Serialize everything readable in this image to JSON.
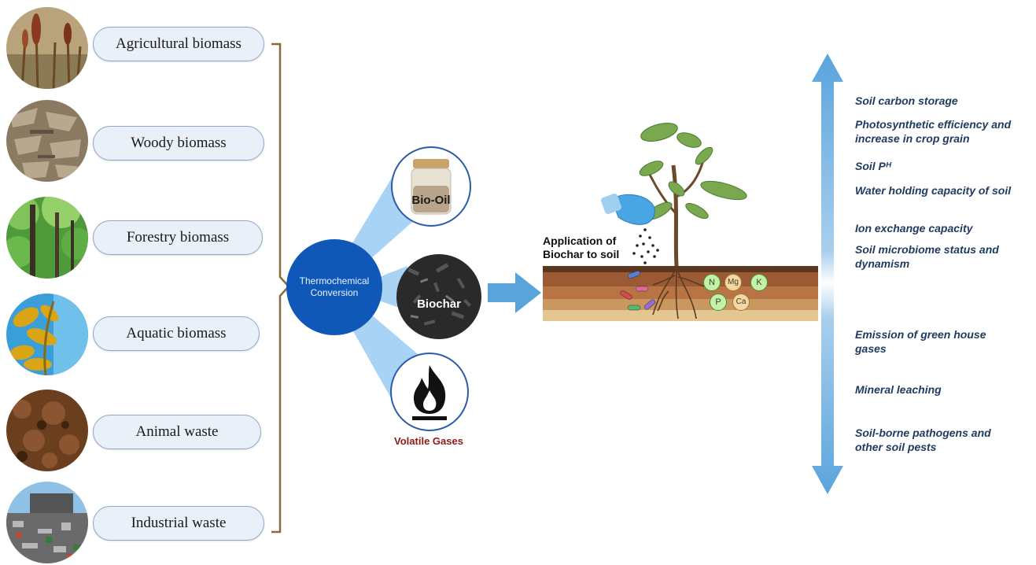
{
  "biomass_sources": [
    {
      "label": "Agricultural biomass"
    },
    {
      "label": "Woody biomass"
    },
    {
      "label": "Forestry biomass"
    },
    {
      "label": "Aquatic biomass"
    },
    {
      "label": "Animal waste"
    },
    {
      "label": "Industrial waste"
    }
  ],
  "conversion": {
    "label": "Thermochemical Conversion"
  },
  "products": {
    "bio_oil": "Bio-Oil",
    "biochar": "Biochar",
    "volatile_gases": "Volatile Gases"
  },
  "application": {
    "label": "Application of Biochar to soil"
  },
  "nutrients": [
    "N",
    "Mg",
    "K",
    "P",
    "Ca"
  ],
  "effects_increase": [
    "Soil carbon storage",
    "Photosynthetic efficiency  and increase in crop grain",
    "Soil Pᴴ",
    "Water holding capacity of soil",
    "Ion exchange capacity",
    "Soil microbiome status and dynamism"
  ],
  "effects_decrease": [
    "Emission of green house gases",
    "Mineral leaching",
    "Soil-borne pathogens and other soil pests"
  ],
  "colors": {
    "conversion_blue": "#0f58b8",
    "fan_blue": "#a9d3f5",
    "arrow_blue": "#5aa4dc",
    "effect_text": "#1f3a5f",
    "volatile_red": "#8b1a1a",
    "bracket": "#8a6a3a"
  }
}
